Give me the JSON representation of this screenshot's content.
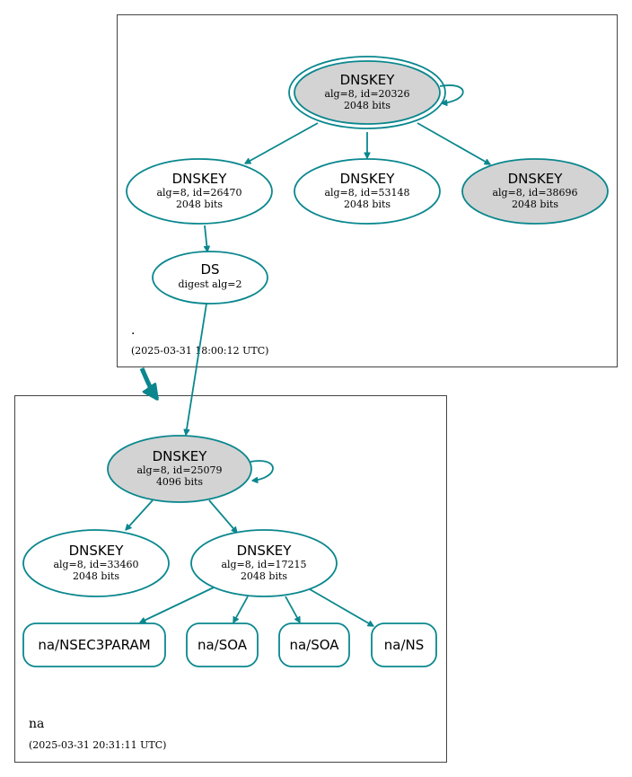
{
  "colors": {
    "edge": "#0a878e",
    "signing_fill": "#d3d3d3",
    "plain_fill": "#ffffff"
  },
  "zones": [
    {
      "name": ".",
      "timestamp": "(2025-03-31 18:00:12 UTC)"
    },
    {
      "name": "na",
      "timestamp": "(2025-03-31 20:31:11 UTC)"
    }
  ],
  "nodes": {
    "root_ksk": {
      "title": "DNSKEY",
      "line1": "alg=8, id=20326",
      "line2": "2048 bits"
    },
    "root_zsk_26470": {
      "title": "DNSKEY",
      "line1": "alg=8, id=26470",
      "line2": "2048 bits"
    },
    "root_zsk_53148": {
      "title": "DNSKEY",
      "line1": "alg=8, id=53148",
      "line2": "2048 bits"
    },
    "root_key_38696": {
      "title": "DNSKEY",
      "line1": "alg=8, id=38696",
      "line2": "2048 bits"
    },
    "ds": {
      "title": "DS",
      "line1": "digest alg=2"
    },
    "na_ksk": {
      "title": "DNSKEY",
      "line1": "alg=8, id=25079",
      "line2": "4096 bits"
    },
    "na_zsk_33460": {
      "title": "DNSKEY",
      "line1": "alg=8, id=33460",
      "line2": "2048 bits"
    },
    "na_zsk_17215": {
      "title": "DNSKEY",
      "line1": "alg=8, id=17215",
      "line2": "2048 bits"
    },
    "rr_nsec3param": {
      "label": "na/NSEC3PARAM"
    },
    "rr_soa_1": {
      "label": "na/SOA"
    },
    "rr_soa_2": {
      "label": "na/SOA"
    },
    "rr_ns": {
      "label": "na/NS"
    }
  }
}
